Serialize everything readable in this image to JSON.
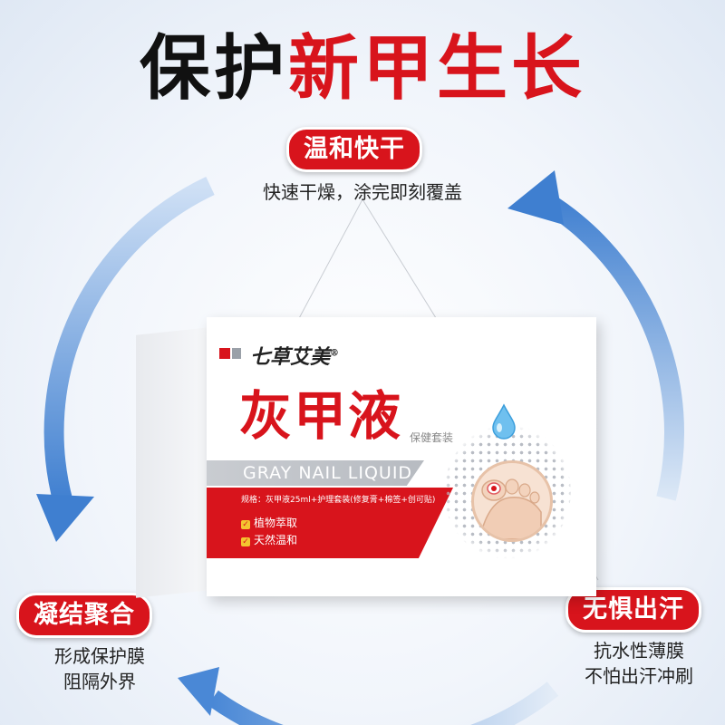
{
  "headline": {
    "part1": "保护",
    "part2": "新甲生长"
  },
  "features": [
    {
      "label": "温和快干",
      "desc": [
        "快速干燥，涂完即刻覆盖"
      ]
    },
    {
      "label": "凝结聚合",
      "desc": [
        "形成保护膜",
        "阻隔外界"
      ]
    },
    {
      "label": "无惧出汗",
      "desc": [
        "抗水性薄膜",
        "不怕出汗冲刷"
      ]
    }
  ],
  "product": {
    "brand": "七草艾美",
    "registered": "®",
    "name": "灰甲液",
    "tag": "保健套装",
    "english_name": "GRAY NAIL LIQUID",
    "spec": "规格：灰甲液25ml+护理套装(修复膏+棉签+创可贴)",
    "bullets": [
      "植物萃取",
      "天然温和"
    ]
  },
  "colors": {
    "accent": "#d8141c",
    "arrow": "#3f86d8",
    "text": "#111111"
  }
}
